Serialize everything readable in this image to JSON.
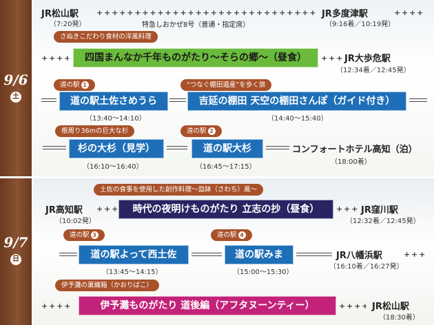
{
  "days": [
    {
      "date": "9/6",
      "dow": "土"
    },
    {
      "date": "9/7",
      "dow": "日"
    }
  ],
  "day1": {
    "start_station": "JR松山駅",
    "start_time": "（7:20発）",
    "train_note": "特急しおかぜ8号（普通・指定席）",
    "tadotsu_station": "JR多度津駅",
    "tadotsu_time": "（9:16着／10:19発）",
    "lunch_tag": "さぬきこだわり食材の洋風料理",
    "lunch_train": "四国まんなか千年ものがたり～そらの郷～（昼食）",
    "oboke_station": "JR大歩危駅",
    "oboke_time": "（12:34着／12:45発）",
    "stop1_tag": "道の駅",
    "stop1_num": "1",
    "stop1_name": "道の駅土佐さめうら",
    "stop1_time": "（13:40～14:10）",
    "stop2_tag": "“つなぐ棚田遺産”を歩く旅",
    "stop2_name": "吉延の棚田 天空の棚田さんぽ（ガイド付き）",
    "stop2_time": "（14:40～15:40）",
    "stop3_tag": "根周り36mの巨大な杉",
    "stop3_name": "杉の大杉（見学）",
    "stop3_time": "（16:10～16:40）",
    "stop4_tag": "道の駅",
    "stop4_num": "2",
    "stop4_name": "道の駅大杉",
    "stop4_time": "（16:45～17:15）",
    "hotel": "コンフォートホテル高知（泊）",
    "hotel_time": "（18:00着）"
  },
  "day2": {
    "kochi_station": "JR高知駅",
    "kochi_time": "（10:02発）",
    "lunch_tag": "土佐の食事を使用した創作料理～皿鉢（さわち）風～",
    "lunch_train": "時代の夜明けものがたり 立志の抄（昼食）",
    "kubokawa_station": "JR窪川駅",
    "kubokawa_time": "（12:32着／12:45発）",
    "stop1_tag": "道の駅",
    "stop1_num": "3",
    "stop1_name": "道の駅よって西土佐",
    "stop1_time": "（13:45～14:15）",
    "stop2_tag": "道の駅",
    "stop2_num": "4",
    "stop2_name": "道の駅みま",
    "stop2_time": "（15:00～15:30）",
    "yawatahama_station": "JR八幡浜駅",
    "yawatahama_time": "（16:10着／16:27発）",
    "train_tag": "伊予灘の菓織箱（かおりばこ）",
    "train_name": "伊予灘ものがたり 道後編（アフタヌーンティー）",
    "matsuyama_station": "JR松山駅",
    "matsuyama_time": "（18:30着）"
  },
  "rails": {
    "plus_short": "+ + + +",
    "plus_long": "+ + + + + + + + + + + + + + + + + + + + + + + + + + + + +"
  },
  "colors": {
    "sidebar": "#6b3a1f",
    "tag": "#a8512a",
    "green_train": "#6abb3c",
    "blue_stop": "#1e6fb8",
    "navy_train": "#2a2463",
    "magenta_train": "#c2227a"
  }
}
